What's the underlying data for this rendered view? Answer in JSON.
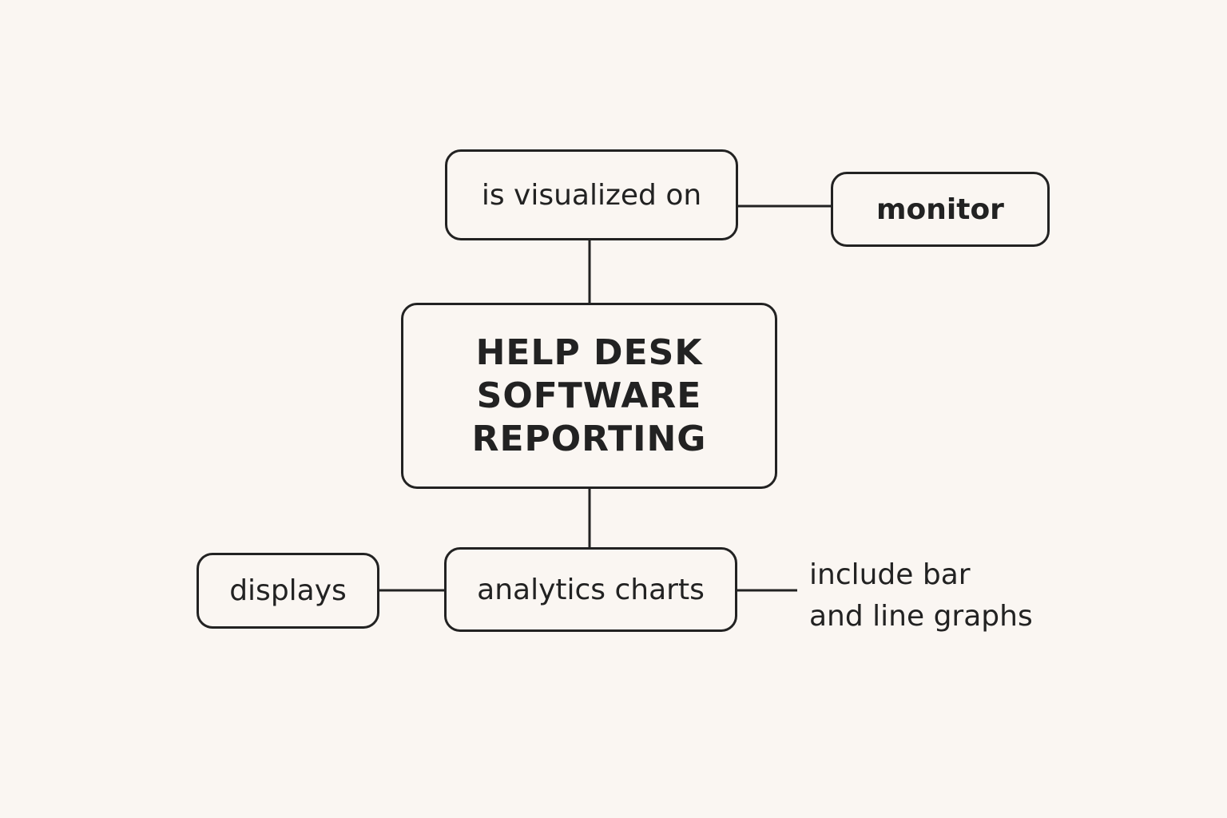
{
  "diagram": {
    "nodes": {
      "visualized": {
        "label": "is visualized on"
      },
      "monitor": {
        "label": "monitor"
      },
      "central": {
        "lines": [
          "HELP DESK",
          "SOFTWARE",
          "REPORTING"
        ]
      },
      "analytics": {
        "label": "analytics charts"
      },
      "displays": {
        "label": "displays"
      }
    },
    "annotation": {
      "lines": [
        "include bar",
        "and line graphs"
      ]
    },
    "colors": {
      "background": "#faf6f2",
      "stroke": "#222222",
      "text": "#222222"
    }
  }
}
